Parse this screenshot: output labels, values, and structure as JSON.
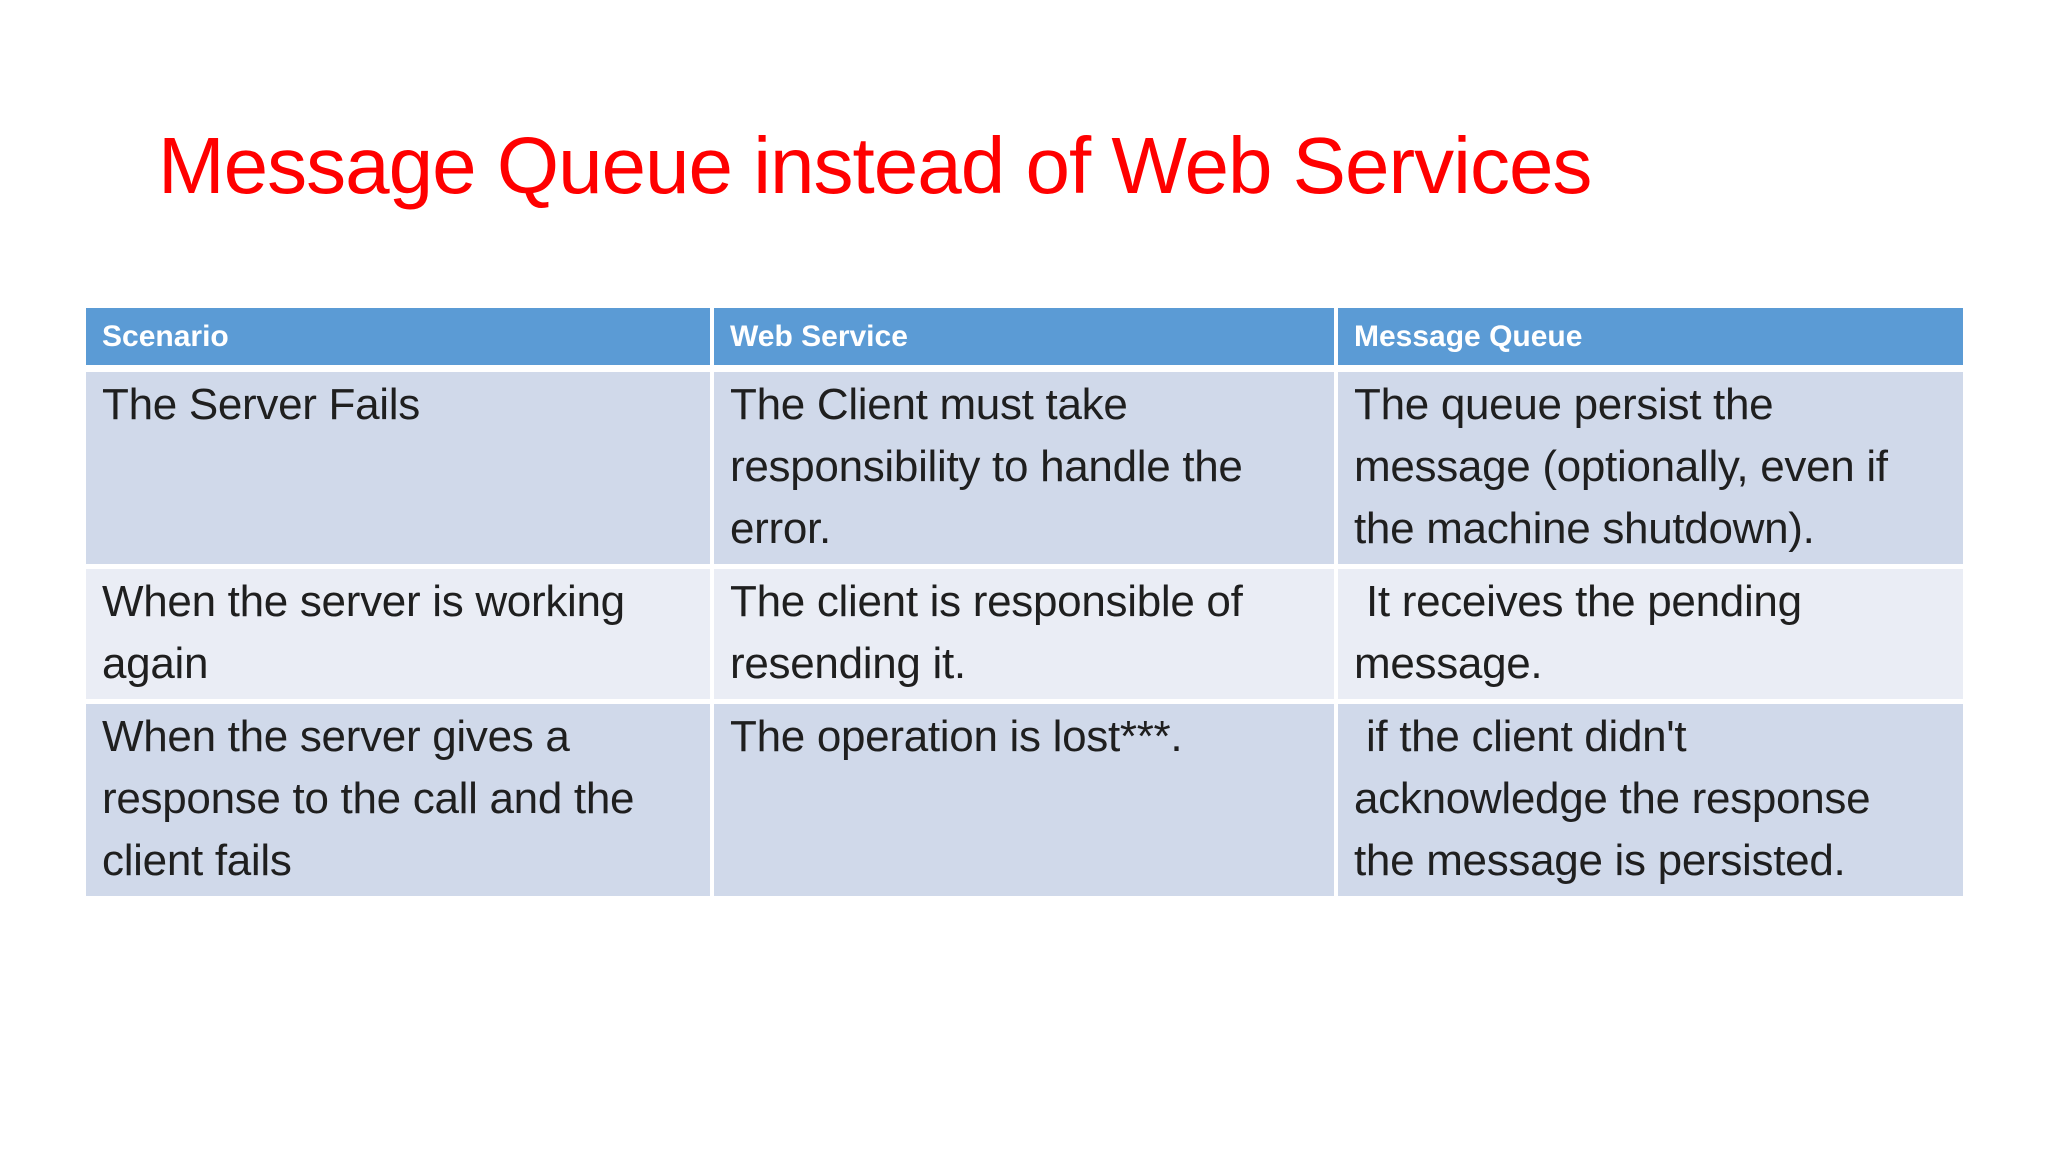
{
  "slide": {
    "title": "Message Queue instead of Web Services"
  },
  "colors": {
    "slide_bg": "#ffffff",
    "title_color": "#ff0000",
    "header_bg": "#5b9bd5",
    "header_fg": "#ffffff",
    "band_a": "#d0d9ea",
    "band_b": "#eaedf5",
    "body_fg": "#1f1f1f"
  },
  "table": {
    "columns": [
      "Scenario",
      "Web Service",
      "Message Queue"
    ],
    "rows": [
      {
        "scenario": "The Server Fails",
        "web_service": "The Client must take\nresponsibility to handle the\nerror.",
        "message_queue": "The queue persist the\nmessage (optionally, even if\nthe machine shutdown)."
      },
      {
        "scenario": "When the server is working\nagain",
        "web_service": "The client is responsible of\nresending it.",
        "message_queue": " It receives the pending\nmessage."
      },
      {
        "scenario": "When the server gives a\nresponse to the call and the\nclient fails",
        "web_service": "The operation is lost***.",
        "message_queue": " if the client didn't\nacknowledge the response\nthe message is persisted."
      }
    ]
  }
}
